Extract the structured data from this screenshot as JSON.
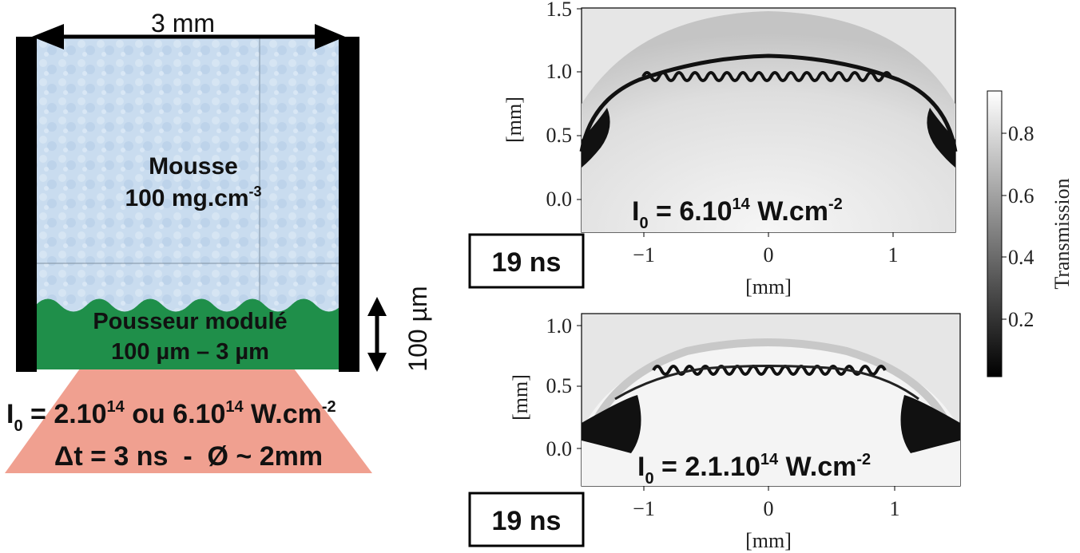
{
  "schematic": {
    "width_label": "3 mm",
    "foam_name": "Mousse",
    "foam_density_base": "100 mg.cm",
    "foam_density_exp": "-3",
    "pusher_name": "Pousseur modulé",
    "pusher_dims": "100 µm – 3 µm",
    "thickness_label": "100 µm",
    "laser_I": "I",
    "laser_sub": "0",
    "laser_eq": " = 2.10",
    "laser_exp1": "14",
    "laser_mid": " ou 6.10",
    "laser_exp2": "14",
    "laser_unit": " W.cm",
    "laser_unit_exp": "-2",
    "laser_line2": "Δt = 3 ns  -  Ø ~ 2mm"
  },
  "colors": {
    "foam": "#c8dcef",
    "pusher": "#1f8f4a",
    "laser": "#f0a090",
    "walls": "#000000"
  },
  "plots": [
    {
      "time_label": "19 ns",
      "intensity_base": " = 6.10",
      "intensity_exp": "14",
      "intensity_unit": " W.cm",
      "intensity_unit_exp": "-2",
      "xlabel": "[mm]",
      "ylabel": "[mm]",
      "xticks": [
        "−1",
        "0",
        "1"
      ],
      "yticks": [
        "1.5",
        "1.0",
        "0.5",
        "0.0"
      ]
    },
    {
      "time_label": "19 ns",
      "intensity_base": " = 2.1.10",
      "intensity_exp": "14",
      "intensity_unit": " W.cm",
      "intensity_unit_exp": "-2",
      "xlabel": "[mm]",
      "ylabel": "[mm]",
      "xticks": [
        "−1",
        "0",
        "1"
      ],
      "yticks": [
        "1.0",
        "0.5",
        "0.0"
      ]
    }
  ],
  "colorbar": {
    "label": "Transmission",
    "ticks": [
      "0.8",
      "0.6",
      "0.4",
      "0.2"
    ]
  }
}
